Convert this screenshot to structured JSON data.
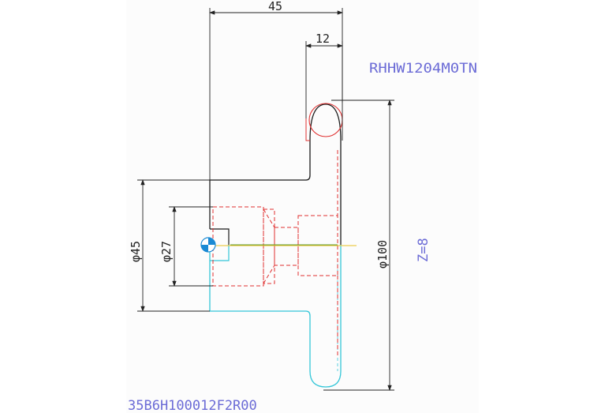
{
  "drawing": {
    "dimensions": {
      "overall_width": "45",
      "top_width": "12",
      "outer_diameter": "φ100",
      "mid_diameter": "φ45",
      "bore_diameter": "φ27"
    },
    "notes": {
      "insert_code": "RHHW1204M0TN",
      "tooth_count": "Z=8",
      "part_number": "35B6H100012F2R00"
    }
  },
  "colors": {
    "outline": "#1a1a1a",
    "dimension": "#222222",
    "hidden": "#e03030",
    "cyan": "#33c6d8",
    "centerline_yellow": "#e8c020",
    "centerline_green": "#5a9a30",
    "note": "#6b6bd6",
    "marker_blue": "#1a8ad4"
  }
}
